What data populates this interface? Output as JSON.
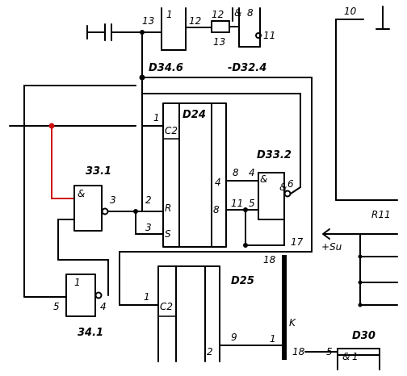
{
  "chips": {
    "d24": "D24",
    "d25": "D25",
    "d30": "D30",
    "d33_2": "D33.2",
    "d33_1": "33.1",
    "d34_1": "34.1",
    "d34_6": "D34.6",
    "d32_4": "-D32.4"
  },
  "gate_symbols": {
    "nand_33_1": "&",
    "nand_33_2": "&",
    "inv_34_1": "1",
    "top_gate_a": "1",
    "top_gate_b": "&",
    "top_gate_c": "&",
    "d30_gate": "&",
    "d30_gate_num": "1"
  },
  "pins": {
    "top_13a": "13",
    "top_12a": "12",
    "top_12b": "12",
    "top_8": "8",
    "top_13b": "13",
    "top_11": "11",
    "top_right_10": "10",
    "d24_1": "1",
    "d24_c2": "C2",
    "d24_2": "2",
    "d24_r": "R",
    "d24_3": "3",
    "d24_s": "S",
    "d24_4": "4",
    "d24_8": "8",
    "d33_1_out": "3",
    "d33_2_8": "8",
    "d33_2_4": "4",
    "d33_2_11": "11",
    "d33_2_5": "5",
    "d33_2_6": "6",
    "d34_1_5": "5",
    "d34_1_4": "4",
    "pin_17": "17",
    "pin_18a": "18",
    "pin_18b": "18",
    "d25_1": "1",
    "d25_c2": "C2",
    "d25_2": "2",
    "d25_9": "9",
    "d25_1b": "1",
    "bus_k": "K",
    "d30_5": "5",
    "right_label": "R11",
    "supply": "+Su"
  }
}
